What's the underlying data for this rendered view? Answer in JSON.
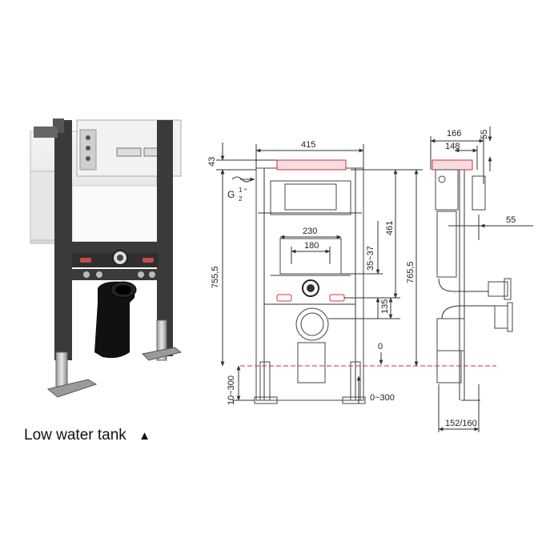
{
  "caption": {
    "text": "Low water tank",
    "marker": "▲"
  },
  "front_view": {
    "width_top": "415",
    "height_total": "755,5",
    "top_offset": "43",
    "inlet": "G",
    "inlet_frac_num": "1",
    "inlet_frac_den": "2",
    "inlet_suffix": "\"",
    "width_230": "230",
    "width_180": "180",
    "range_35_37": "35~37",
    "height_461": "461",
    "height_765": "765,5",
    "height_135": "135",
    "floor_zero": "0",
    "leg_range_left": "10~300",
    "leg_range_bottom": "0~300"
  },
  "side_view": {
    "depth_outer": "166",
    "depth_inner": "148",
    "top_55": "55",
    "mid_55": "55",
    "depth_bottom": "152/160"
  },
  "colors": {
    "line": "#333333",
    "accent": "#d0303f",
    "frame": "#444444"
  }
}
